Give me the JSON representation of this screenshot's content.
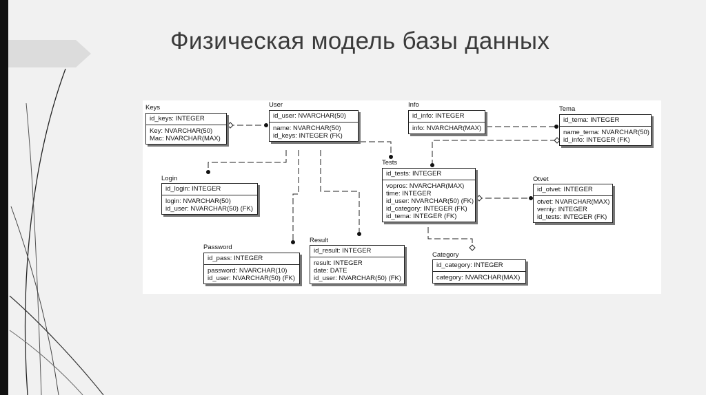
{
  "slide": {
    "title": "Физическая модель базы данных"
  },
  "tables": {
    "keys": {
      "name": "Keys",
      "pk": "id_keys: INTEGER",
      "attrs": [
        "Key: NVARCHAR(50)",
        "Mac: NVARCHAR(MAX)"
      ]
    },
    "user": {
      "name": "User",
      "pk": "id_user: NVARCHAR(50)",
      "attrs": [
        "name: NVARCHAR(50)",
        "id_keys: INTEGER (FK)"
      ]
    },
    "info": {
      "name": "Info",
      "pk": "id_info: INTEGER",
      "attrs": [
        "info: NVARCHAR(MAX)"
      ]
    },
    "tema": {
      "name": "Tema",
      "pk": "id_tema: INTEGER",
      "attrs": [
        "name_tema: NVARCHAR(50)",
        "id_info: INTEGER (FK)"
      ]
    },
    "login": {
      "name": "Login",
      "pk": "id_login: INTEGER",
      "attrs": [
        "login: NVARCHAR(50)",
        "id_user: NVARCHAR(50) (FK)"
      ]
    },
    "tests": {
      "name": "Tests",
      "pk": "id_tests: INTEGER",
      "attrs": [
        "vopros: NVARCHAR(MAX)",
        "time: INTEGER",
        "id_user: NVARCHAR(50) (FK)",
        "id_category: INTEGER (FK)",
        "id_tema: INTEGER (FK)"
      ]
    },
    "otvet": {
      "name": "Otvet",
      "pk": "id_otvet: INTEGER",
      "attrs": [
        "otvet: NVARCHAR(MAX)",
        "verniy: INTEGER",
        "id_tests: INTEGER (FK)"
      ]
    },
    "password": {
      "name": "Password",
      "pk": "id_pass: INTEGER",
      "attrs": [
        "password: NVARCHAR(10)",
        "id_user: NVARCHAR(50) (FK)"
      ]
    },
    "result": {
      "name": "Result",
      "pk": "id_result: INTEGER",
      "attrs": [
        "result: INTEGER",
        "date: DATE",
        "id_user: NVARCHAR(50) (FK)"
      ]
    },
    "category": {
      "name": "Category",
      "pk": "id_category: INTEGER",
      "attrs": [
        "category: NVARCHAR(MAX)"
      ]
    }
  }
}
